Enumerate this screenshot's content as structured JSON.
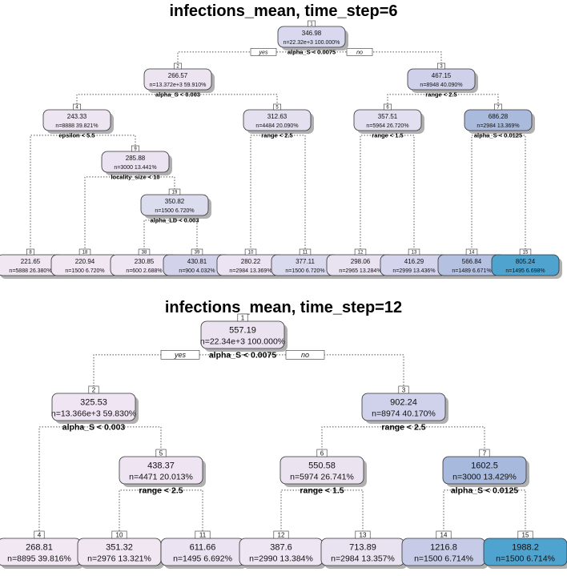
{
  "trees": [
    {
      "title": "infections_mean, time_step=6",
      "yes_label": "yes",
      "no_label": "no",
      "nodes": [
        {
          "id": "1",
          "value": "346.98",
          "stats": "n=22.32e+3  100.000%",
          "split": "alpha_S < 0.0075",
          "color": "#d8d9ee"
        },
        {
          "id": "2",
          "value": "266.57",
          "stats": "n=13.372e+3  59.910%",
          "split": "alpha_S < 0.003",
          "color": "#ece4f1"
        },
        {
          "id": "3",
          "value": "467.15",
          "stats": "n=8948  40.090%",
          "split": "range < 2.5",
          "color": "#cfd1ea"
        },
        {
          "id": "4",
          "value": "243.33",
          "stats": "n=8888  39.821%",
          "split": "epsilon < 5.5",
          "color": "#eee5f2"
        },
        {
          "id": "5",
          "value": "312.63",
          "stats": "n=4484  20.090%",
          "split": "range < 2.5",
          "color": "#e4e0f0"
        },
        {
          "id": "6",
          "value": "357.51",
          "stats": "n=5964  26.720%",
          "split": "range < 1.5",
          "color": "#e2dff0"
        },
        {
          "id": "7",
          "value": "686.28",
          "stats": "n=2984  13.369%",
          "split": "alpha_S < 0.0125",
          "color": "#a9badd"
        },
        {
          "id": "9",
          "value": "285.88",
          "stats": "n=3000  13.441%",
          "split": "locality_size < 10",
          "color": "#ebe3f1"
        },
        {
          "id": "19",
          "value": "350.82",
          "stats": "n=1500  6.720%",
          "split": "alpha_LD < 0.003",
          "color": "#dcdcef"
        },
        {
          "id": "8",
          "value": "221.65",
          "stats": "n=5888  26.380%",
          "split": "",
          "color": "#f0e7f3"
        },
        {
          "id": "18",
          "value": "220.94",
          "stats": "n=1500  6.720%",
          "split": "",
          "color": "#f0e7f3"
        },
        {
          "id": "38",
          "value": "230.85",
          "stats": "n=600  2.688%",
          "split": "",
          "color": "#efe6f3"
        },
        {
          "id": "39",
          "value": "430.81",
          "stats": "n=900  4.032%",
          "split": "",
          "color": "#d2d3eb"
        },
        {
          "id": "10",
          "value": "280.22",
          "stats": "n=2984  13.369%",
          "split": "",
          "color": "#ece4f2"
        },
        {
          "id": "11",
          "value": "377.11",
          "stats": "n=1500  6.720%",
          "split": "",
          "color": "#dadaee"
        },
        {
          "id": "12",
          "value": "298.06",
          "stats": "n=2965  13.284%",
          "split": "",
          "color": "#e9e2f1"
        },
        {
          "id": "13",
          "value": "416.29",
          "stats": "n=2999  13.436%",
          "split": "",
          "color": "#d4d5ec"
        },
        {
          "id": "14",
          "value": "566.84",
          "stats": "n=1489  6.671%",
          "split": "",
          "color": "#b4c1e1"
        },
        {
          "id": "15",
          "value": "805.24",
          "stats": "n=1495  6.698%",
          "split": "",
          "color": "#4fa3cf"
        }
      ]
    },
    {
      "title": "infections_mean, time_step=12",
      "yes_label": "yes",
      "no_label": "no",
      "nodes": [
        {
          "id": "1",
          "value": "557.19",
          "stats": "n=22.34e+3  100.000%",
          "split": "alpha_S < 0.0075",
          "color": "#ece3f1"
        },
        {
          "id": "2",
          "value": "325.53",
          "stats": "n=13.366e+3  59.830%",
          "split": "alpha_S < 0.003",
          "color": "#f0e6f3"
        },
        {
          "id": "3",
          "value": "902.24",
          "stats": "n=8974  40.170%",
          "split": "range < 2.5",
          "color": "#cfd2ea"
        },
        {
          "id": "5",
          "value": "438.37",
          "stats": "n=4471  20.013%",
          "split": "range < 2.5",
          "color": "#eee4f2"
        },
        {
          "id": "6",
          "value": "550.58",
          "stats": "n=5974  26.741%",
          "split": "range < 1.5",
          "color": "#ece3f1"
        },
        {
          "id": "7",
          "value": "1602.5",
          "stats": "n=3000  13.429%",
          "split": "alpha_S < 0.0125",
          "color": "#a7b9dc"
        },
        {
          "id": "4",
          "value": "268.81",
          "stats": "n=8895  39.816%",
          "split": "",
          "color": "#f1e8f4"
        },
        {
          "id": "10",
          "value": "351.32",
          "stats": "n=2976  13.321%",
          "split": "",
          "color": "#f0e7f3"
        },
        {
          "id": "11",
          "value": "611.66",
          "stats": "n=1495  6.692%",
          "split": "",
          "color": "#ebe3f1"
        },
        {
          "id": "12",
          "value": "387.6",
          "stats": "n=2990  13.384%",
          "split": "",
          "color": "#efe6f3"
        },
        {
          "id": "13",
          "value": "713.89",
          "stats": "n=2984  13.357%",
          "split": "",
          "color": "#e9e2f1"
        },
        {
          "id": "14",
          "value": "1216.8",
          "stats": "n=1500  6.714%",
          "split": "",
          "color": "#c6cbe7"
        },
        {
          "id": "15",
          "value": "1988.2",
          "stats": "n=1500  6.714%",
          "split": "",
          "color": "#4fa3cf"
        }
      ]
    }
  ]
}
